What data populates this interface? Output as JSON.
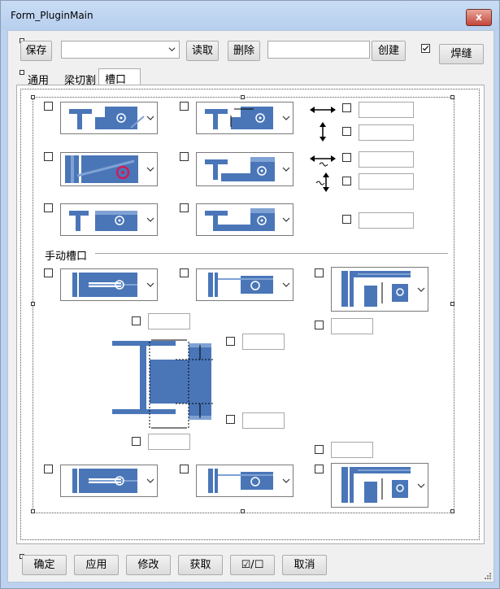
{
  "window": {
    "title": "Form_PluginMain",
    "close_glyph": "x"
  },
  "toolbar": {
    "save_label": "保存",
    "preset_value": "",
    "read_label": "读取",
    "delete_label": "删除",
    "create_name_value": "",
    "create_label": "创建",
    "weld_checked": true,
    "weld_label": "焊缝"
  },
  "tabs": [
    {
      "label": "通用",
      "selected": false
    },
    {
      "label": "梁切割",
      "selected": false
    },
    {
      "label": "槽口",
      "selected": true
    }
  ],
  "panel": {
    "section_manual_label": "手动槽口",
    "colors": {
      "beam": "#4a76b8",
      "beam_light": "#7fa2d4",
      "accent": "#cc1d5a"
    }
  },
  "footer": {
    "ok_label": "确定",
    "apply_label": "应用",
    "modify_label": "修改",
    "get_label": "获取",
    "toggle_check_glyph": "☑",
    "toggle_sep": "/",
    "toggle_uncheck_glyph": "☐",
    "cancel_label": "取消"
  }
}
